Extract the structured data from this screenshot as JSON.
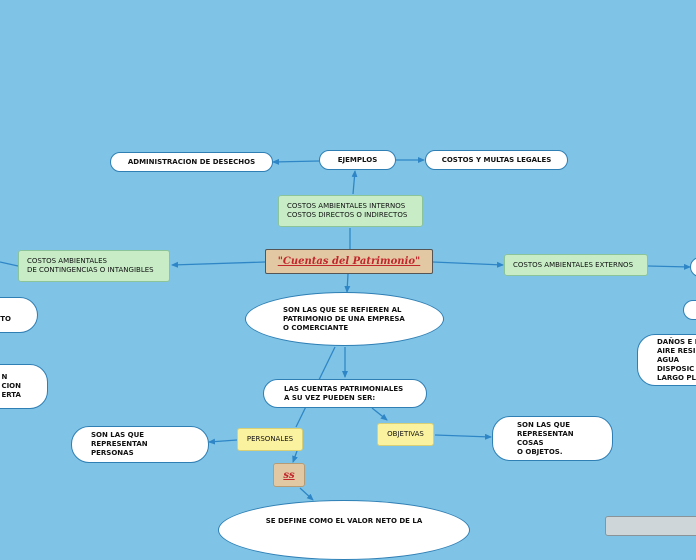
{
  "central": "\"Cuentas del Patrimonio\"",
  "nodes": {
    "internos": "COSTOS AMBIENTALES INTERNOS\nCOSTOS DIRECTOS O INDIRECTOS",
    "ejemplos": "EJEMPLOS",
    "desechos": "ADMINISTRACION DE DESECHOS",
    "multas": "COSTOS Y MULTAS LEGALES",
    "contingencias": "COSTOS AMBIENTALES\nDE CONTINGENCIAS O INTANGIBLES",
    "externos": "COSTOS AMBIENTALES EXTERNOS",
    "refieren": "SON LAS QUE SE REFIEREN AL\nPATRIMONIO DE UNA EMPRESA\nO COMERCIANTE",
    "pueden_ser": "LAS CUENTAS PATRIMONIALES\nA SU VEZ PUEDEN SER:",
    "personales": "PERSONALES",
    "objetivas": "OBJETIVAS",
    "representan_personas": "SON LAS QUE\nREPRESENTAN\nPERSONAS",
    "representan_cosas": "SON LAS QUE\nREPRESENTAN\nCOSAS\nO OBJETOS.",
    "ss": "ss",
    "left_clip_1": "E\nNTO",
    "left_clip_2": "N\nCION\nERTA",
    "right_clip_1": "DAÑOS E I\nAIRE RESI\nAGUA\nDISPOSIC\nLARGO PL",
    "bottom_clip": "SE DEFINE COMO EL VALOR NETO DE LA"
  },
  "colors": {
    "background": "#7fc4e6",
    "connector": "#2f86c6",
    "central_text": "#c0272d",
    "green_node": "#c7ecc6",
    "yellow_node": "#fbf2a0",
    "tan_node": "#e3c9a3"
  }
}
